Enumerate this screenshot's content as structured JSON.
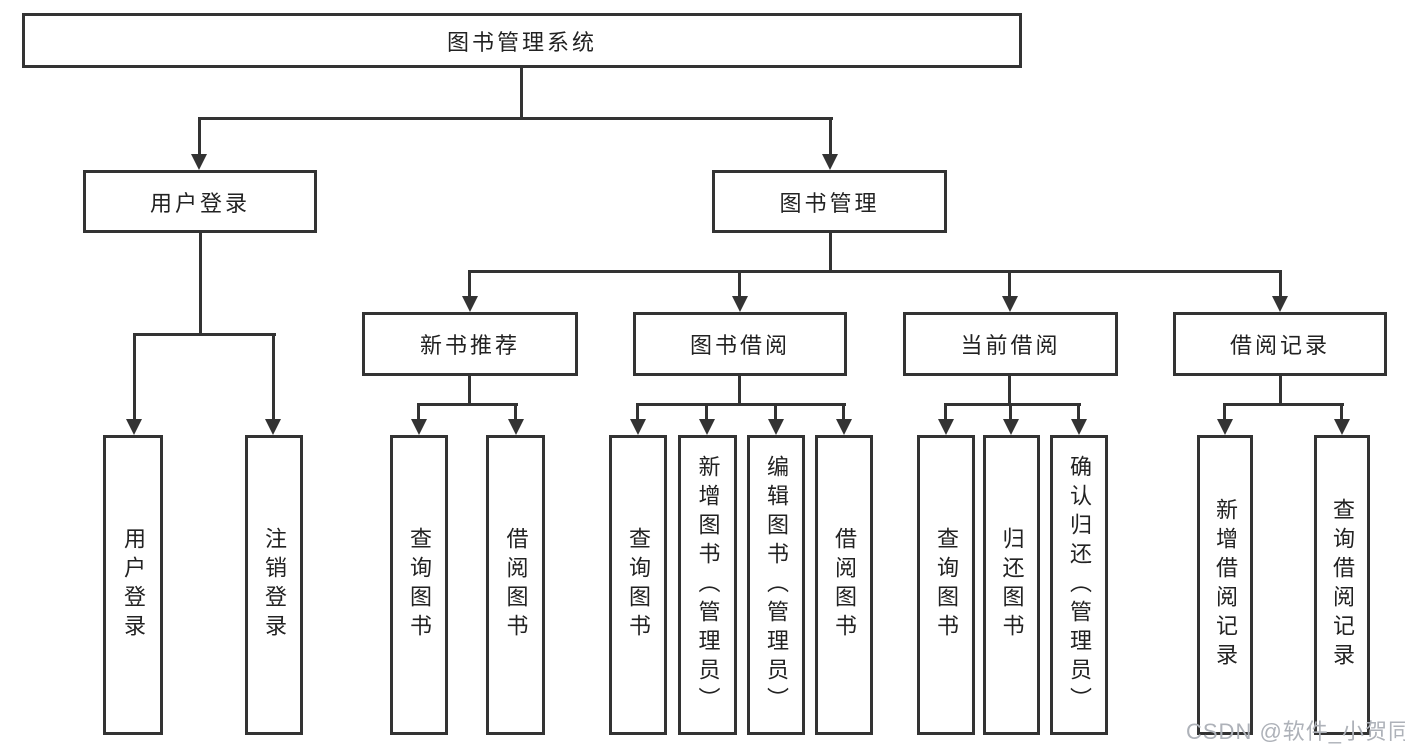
{
  "diagram": {
    "root": {
      "label": "图书管理系统",
      "children": [
        {
          "label": "用户登录",
          "children": [
            {
              "label": "用户登录"
            },
            {
              "label": "注销登录"
            }
          ]
        },
        {
          "label": "图书管理",
          "children": [
            {
              "label": "新书推荐",
              "children": [
                {
                  "label": "查询图书"
                },
                {
                  "label": "借阅图书"
                }
              ]
            },
            {
              "label": "图书借阅",
              "children": [
                {
                  "label": "查询图书"
                },
                {
                  "label": "新增图书（管理员）"
                },
                {
                  "label": "编辑图书（管理员）"
                },
                {
                  "label": "借阅图书"
                }
              ]
            },
            {
              "label": "当前借阅",
              "children": [
                {
                  "label": "查询图书"
                },
                {
                  "label": "归还图书"
                },
                {
                  "label": "确认归还（管理员）"
                }
              ]
            },
            {
              "label": "借阅记录",
              "children": [
                {
                  "label": "新增借阅记录"
                },
                {
                  "label": "查询借阅记录"
                }
              ]
            }
          ]
        }
      ]
    }
  },
  "watermark": {
    "text": "CSDN @软件_小贺同学"
  },
  "colors": {
    "line": "#333333",
    "text": "#222222",
    "box_background": "#ffffff",
    "page_background": "#ffffff",
    "watermark_text": "#aeb2b9"
  }
}
